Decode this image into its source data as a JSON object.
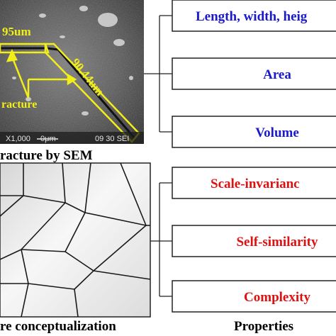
{
  "sem_panel": {
    "caption": "racture by SEM",
    "length_label_1": "95um",
    "length_label_2": "90.44um",
    "fracture_label": "racture",
    "scale_bar": {
      "magnification": "X1,000",
      "scale": "0μm",
      "info": "09 30 SEI"
    }
  },
  "conceptual_panel": {
    "caption": "re conceptualization"
  },
  "properties": {
    "caption": "Properties",
    "geometric": [
      {
        "label": "Length, width, heig",
        "color": "#1a1acc"
      },
      {
        "label": "Area",
        "color": "#1a1acc"
      },
      {
        "label": "Volume",
        "color": "#1a1acc"
      }
    ],
    "fractal": [
      {
        "label": "Scale-invarianc",
        "color": "#dd1111"
      },
      {
        "label": "Self-similarity",
        "color": "#dd1111"
      },
      {
        "label": "Complexity",
        "color": "#dd1111"
      }
    ]
  },
  "colors": {
    "annotation_yellow": "#f2ee1a",
    "blue_text": "#1a1acc",
    "red_text": "#dd1111"
  }
}
